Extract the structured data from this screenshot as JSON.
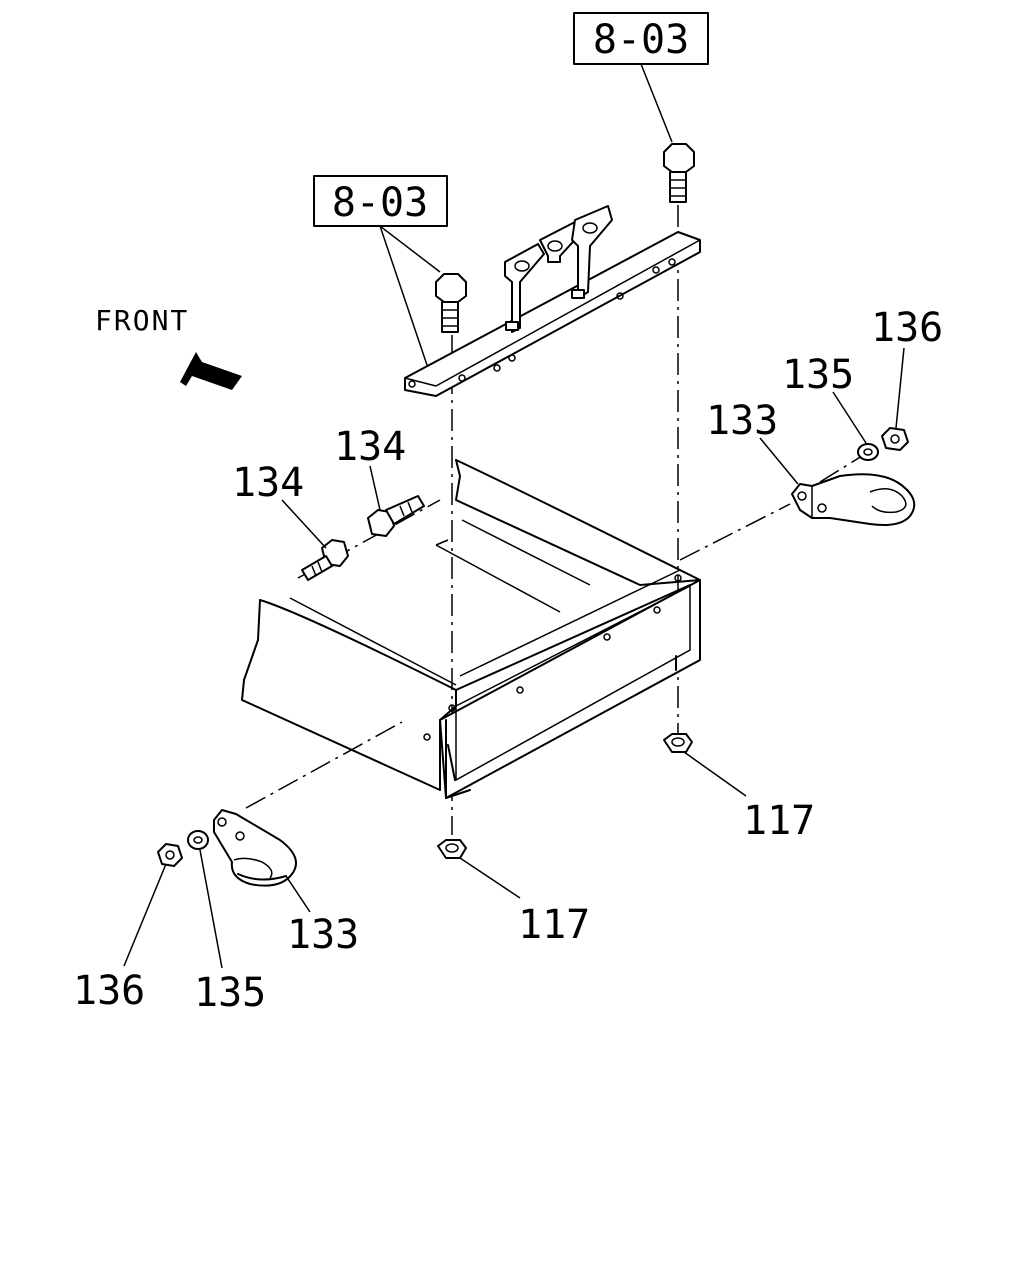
{
  "diagram": {
    "front_label": "FRONT",
    "refs": {
      "ref_top": "8-03",
      "ref_left": "8-03"
    },
    "labels": {
      "l136_right": "136",
      "l135_right": "135",
      "l133_right": "133",
      "l134_upper": "134",
      "l134_lower": "134",
      "l117_right": "117",
      "l117_left": "117",
      "l133_left": "133",
      "l136_left": "136",
      "l135_left": "135"
    },
    "colors": {
      "ink": "#000000",
      "paper": "#ffffff"
    },
    "icons": {
      "front_arrow": "front-arrow-icon"
    }
  }
}
